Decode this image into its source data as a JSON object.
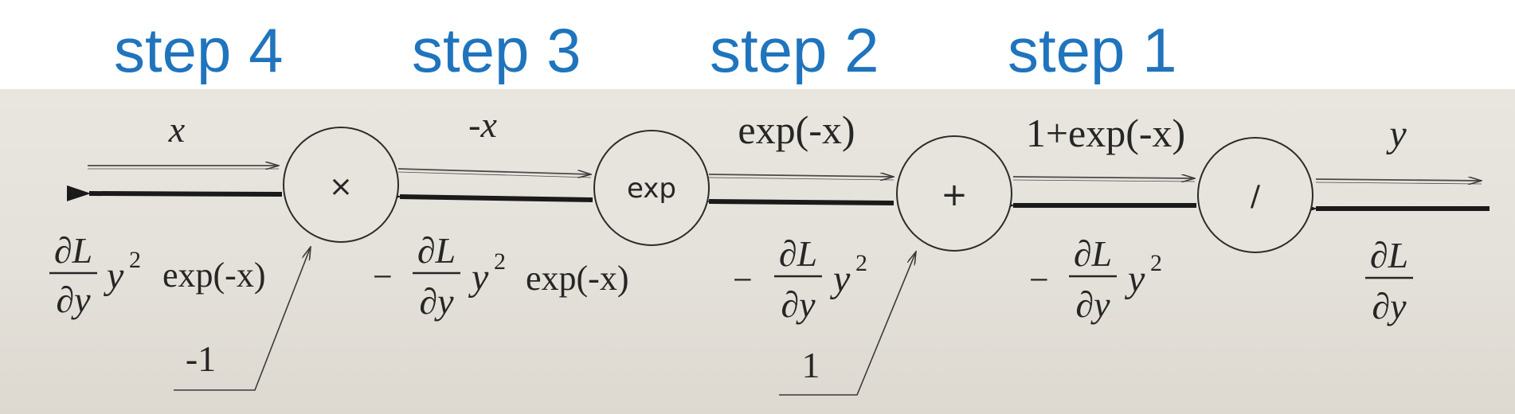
{
  "steps": [
    "step 4",
    "step 3",
    "step 2",
    "step 1"
  ],
  "colors": {
    "step_label": "#1f74bd",
    "ink": "#262626",
    "paper": "#e6e3dc"
  },
  "nodes": {
    "multiply": "×",
    "exp": "exp",
    "add": "+",
    "divide": "/"
  },
  "forward": {
    "x": "x",
    "neg_x": "-x",
    "exp_neg_x": "exp(-x)",
    "one_plus_exp": "1+exp(-x)",
    "y": "y"
  },
  "backward": {
    "minus": "−",
    "dL": "∂L",
    "dy": "∂y",
    "y": "y",
    "sq": "2",
    "exp_term": "exp(-x)"
  },
  "side_inputs": {
    "minus_one": "-1",
    "one": "1"
  }
}
